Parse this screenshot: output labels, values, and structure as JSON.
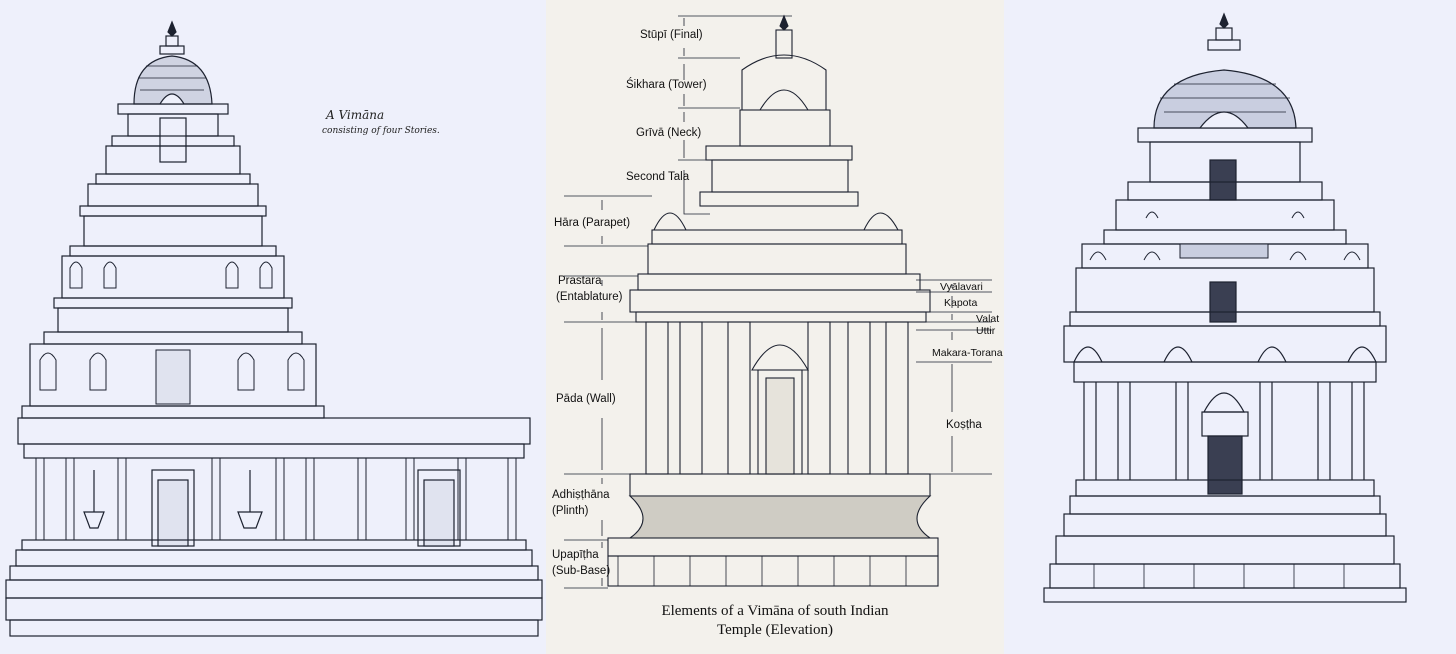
{
  "left_panel": {
    "title": "A Vimāna",
    "subtitle": "consisting of four Stories."
  },
  "middle_panel": {
    "labels_left": [
      {
        "key": "stupi",
        "text": "Stūpī (Final)"
      },
      {
        "key": "sikhara",
        "text": "Śikhara (Tower)"
      },
      {
        "key": "griva",
        "text": "Grīvā (Neck)"
      },
      {
        "key": "second_tala",
        "text": "Second Tala"
      },
      {
        "key": "hara",
        "text": "Hāra (Parapet)"
      },
      {
        "key": "prastara1",
        "text": "Prastara"
      },
      {
        "key": "prastara2",
        "text": "(Entablature)"
      },
      {
        "key": "pada",
        "text": "Pāda (Wall)"
      },
      {
        "key": "adhisthana1",
        "text": "Adhiṣṭhāna"
      },
      {
        "key": "adhisthana2",
        "text": "(Plinth)"
      },
      {
        "key": "upapitha1",
        "text": "Upapīṭha"
      },
      {
        "key": "upapitha2",
        "text": "(Sub-Base)"
      }
    ],
    "labels_right": [
      {
        "key": "vyalavari",
        "text": "Vyālavari"
      },
      {
        "key": "kapota",
        "text": "Kapota"
      },
      {
        "key": "valabhi",
        "text": "Valat"
      },
      {
        "key": "uttira",
        "text": "Uttir"
      },
      {
        "key": "makara",
        "text": "Makara-Torana"
      },
      {
        "key": "kostha",
        "text": "Koṣṭha"
      }
    ],
    "caption_line1": "Elements of a Vimāna of south Indian",
    "caption_line2": "Temple (Elevation)"
  },
  "colors": {
    "ink": "#1d2230",
    "left_bg": "#eef0fb",
    "mid_bg": "#f3f1ec",
    "right_bg": "#eef0fb"
  }
}
